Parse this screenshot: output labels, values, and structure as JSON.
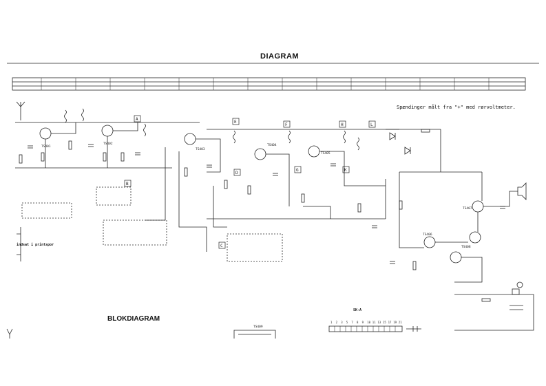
{
  "page": {
    "title": "DIAGRAM",
    "subtitle": "BLOKDIAGRAM",
    "note": "Spændinger målt fra \"+\" med rørvoltmeter.",
    "side_label": "indsat i printspor",
    "switch_label": "SK-A"
  },
  "callouts": [
    "A",
    "B",
    "C",
    "D",
    "E",
    "F",
    "G",
    "H",
    "K",
    "L"
  ],
  "transistors": [
    "TS401",
    "TS402",
    "TS403",
    "TS404",
    "TS405",
    "TS406",
    "TS407",
    "TS408",
    "TS409"
  ],
  "ska_numbers": [
    "1",
    "2",
    "3",
    "5",
    "7",
    "8",
    "9",
    "10",
    "11",
    "13",
    "15",
    "17",
    "19",
    "21"
  ],
  "colors": {
    "ink": "#222222",
    "paper": "#ffffff"
  }
}
